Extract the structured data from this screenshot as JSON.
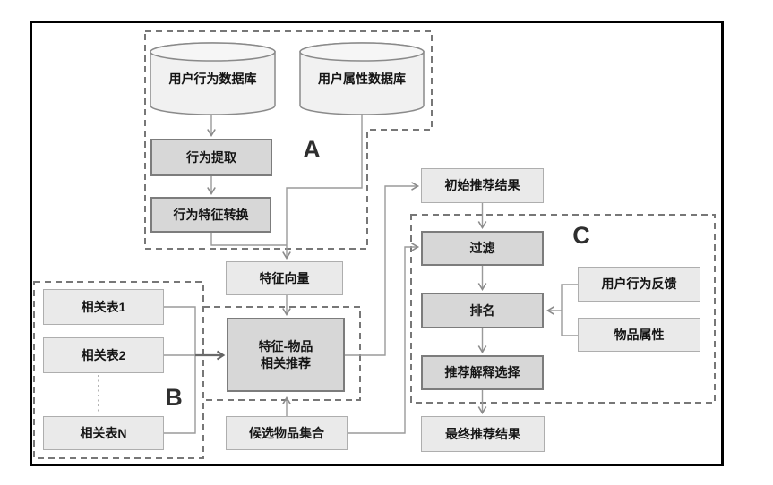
{
  "regions": {
    "a": "A",
    "b": "B",
    "c": "C"
  },
  "databases": {
    "user_behavior_db": "用户行为数据库",
    "user_attribute_db": "用户属性数据库"
  },
  "nodes": {
    "behavior_extraction": "行为提取",
    "behavior_feature_conversion": "行为特征转换",
    "feature_vector": "特征向量",
    "related_table_1": "相关表1",
    "related_table_2": "相关表2",
    "related_table_n": "相关表N",
    "feature_item_rec_line1": "特征-物品",
    "feature_item_rec_line2": "相关推荐",
    "candidate_item_set": "候选物品集合",
    "initial_recommendation_result": "初始推荐结果",
    "filter": "过滤",
    "ranking": "排名",
    "explanation_selection": "推荐解释选择",
    "final_recommendation_result": "最终推荐结果",
    "user_behavior_feedback": "用户行为反馈",
    "item_attributes": "物品属性"
  },
  "colors": {
    "frame": "#000000",
    "process_fill": "#d7d7d7",
    "process_border": "#7c7c7c",
    "data_fill": "#eaeaea",
    "data_border": "#aeaeae",
    "cylinder_fill": "#f1f1f1",
    "connector": "#9a9a9a",
    "dashed_region": "#777777"
  }
}
